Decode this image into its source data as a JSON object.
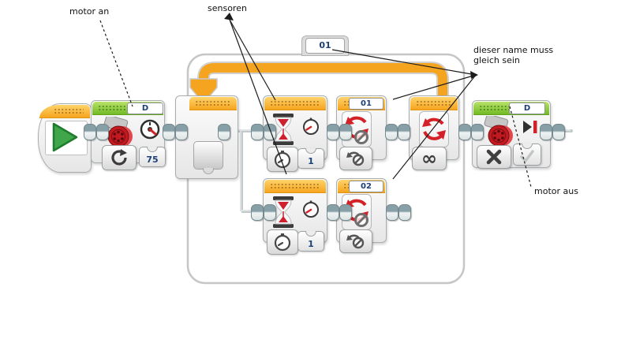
{
  "annotations": {
    "motor_on": "motor an",
    "sensors": "sensoren",
    "same_name": "dieser name muss gleich sein",
    "motor_off": "motor aus"
  },
  "program": {
    "loop": {
      "name": "01",
      "mode_symbol": "∞"
    },
    "motor_on": {
      "port": "D",
      "power": "75"
    },
    "wait_1": {
      "seconds": "1"
    },
    "wait_2": {
      "seconds": "1"
    },
    "interrupt_1": {
      "name": "01"
    },
    "interrupt_2": {
      "name": "02"
    },
    "motor_off": {
      "port": "D"
    }
  },
  "colors": {
    "header_orange": "#F6A51F",
    "header_green": "#74BB27",
    "accent_red": "#D42027",
    "value_text": "#1B3F77",
    "wire_gray": "#C3C9CB"
  },
  "icons": [
    "play-icon",
    "motor-icon",
    "speedometer-icon",
    "rotations-mode-icon",
    "hourglass-icon",
    "clock-icon",
    "time-mode-icon",
    "loop-interrupt-icon",
    "loop-interrupt-mode-icon",
    "loop-arrows-icon",
    "infinity-icon",
    "stop-icon",
    "x-icon",
    "checkmark-icon",
    "loop-back-arrow"
  ]
}
